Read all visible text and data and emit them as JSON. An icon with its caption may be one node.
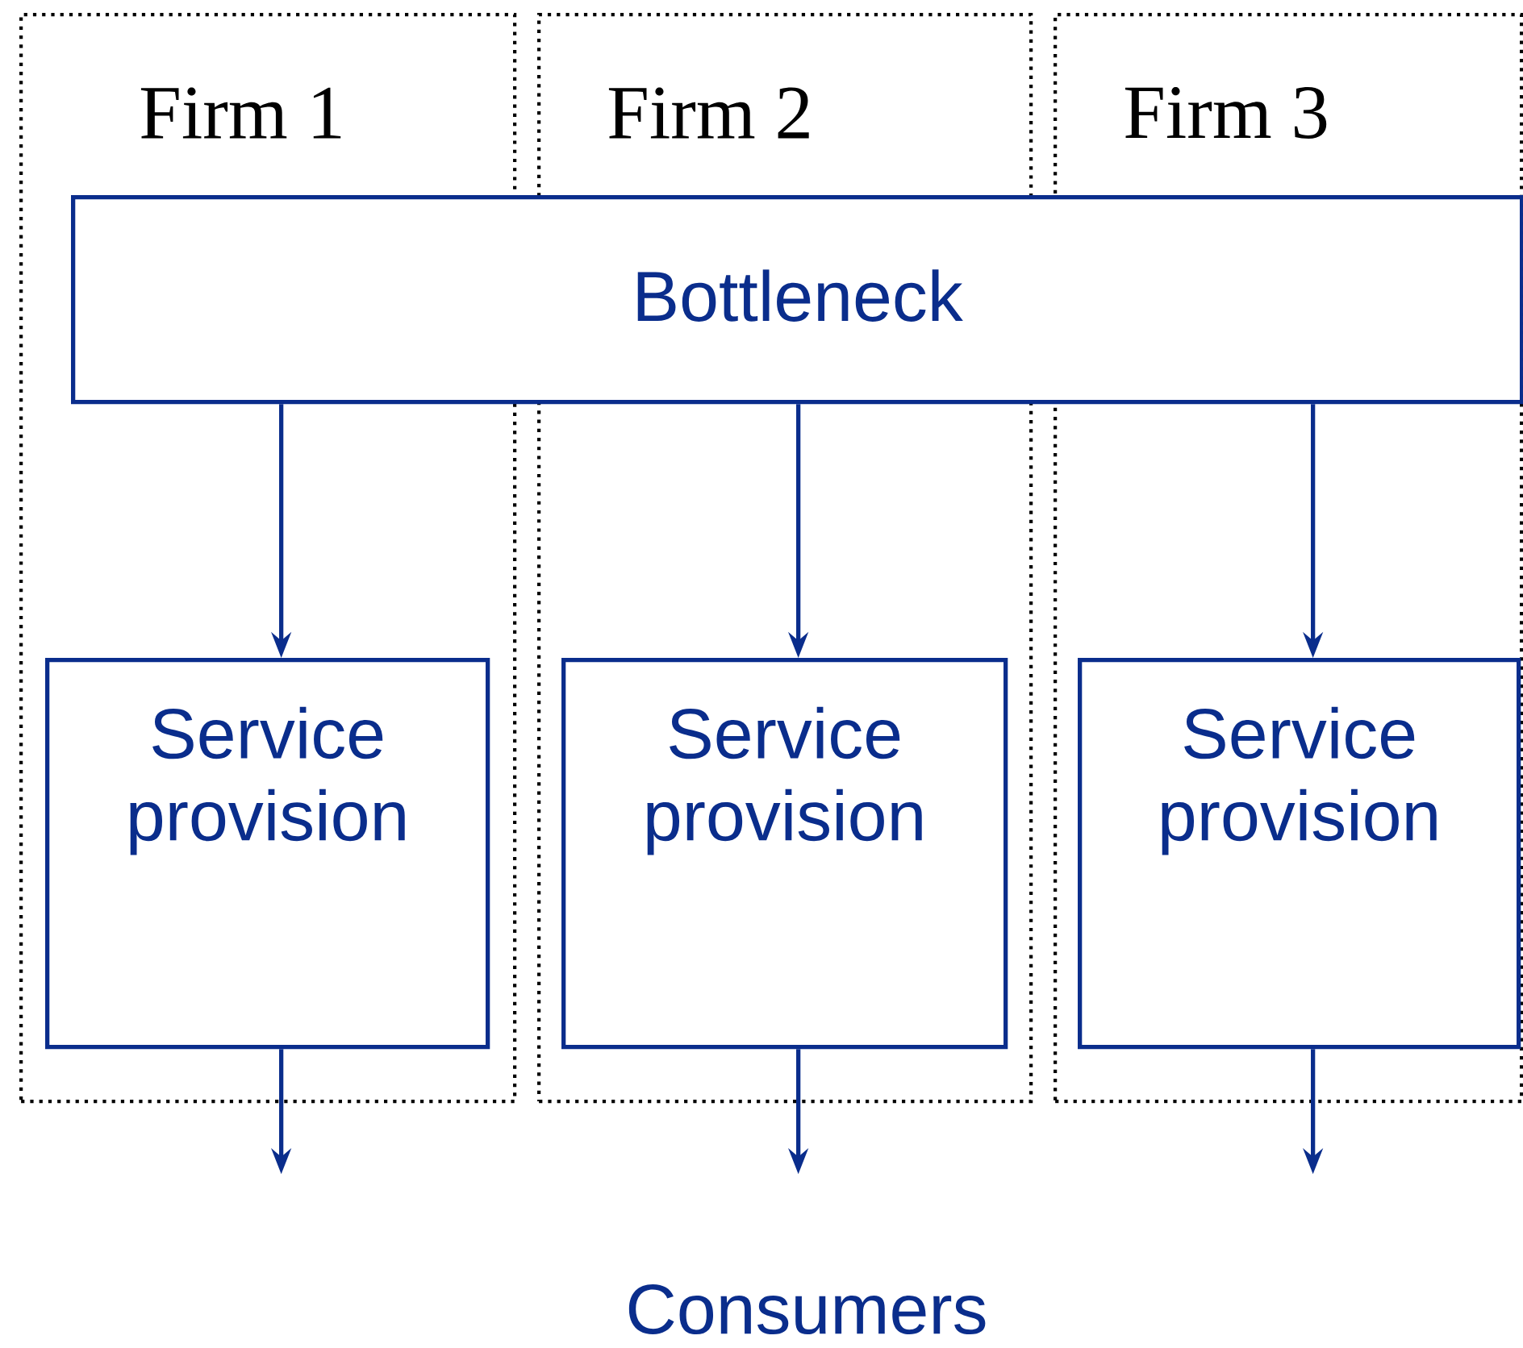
{
  "diagram": {
    "nodes": [
      {
        "text": [
          "Firm 1"
        ]
      },
      {
        "text": [
          "Firm 2"
        ]
      },
      {
        "text": [
          "Firm 3"
        ]
      },
      {
        "text": [
          "Bottleneck"
        ]
      },
      {
        "text": [
          "Service provision"
        ],
        "in": 0
      },
      {
        "text": [
          "Service provision"
        ],
        "in": 1
      },
      {
        "text": [
          "Service provision"
        ],
        "in": 2
      }
    ],
    "edges": [
      {
        "from": 3,
        "to": 4,
        "arrow": "to"
      },
      {
        "from": 3,
        "to": 5,
        "arrow": "to"
      },
      {
        "from": 3,
        "to": 6,
        "arrow": "to"
      },
      {
        "from": 4,
        "to": null,
        "arrow": "to"
      },
      {
        "from": 5,
        "to": null,
        "arrow": "to"
      },
      {
        "from": 6,
        "to": null,
        "arrow": "to"
      }
    ],
    "labels": [
      "Consumers"
    ]
  }
}
